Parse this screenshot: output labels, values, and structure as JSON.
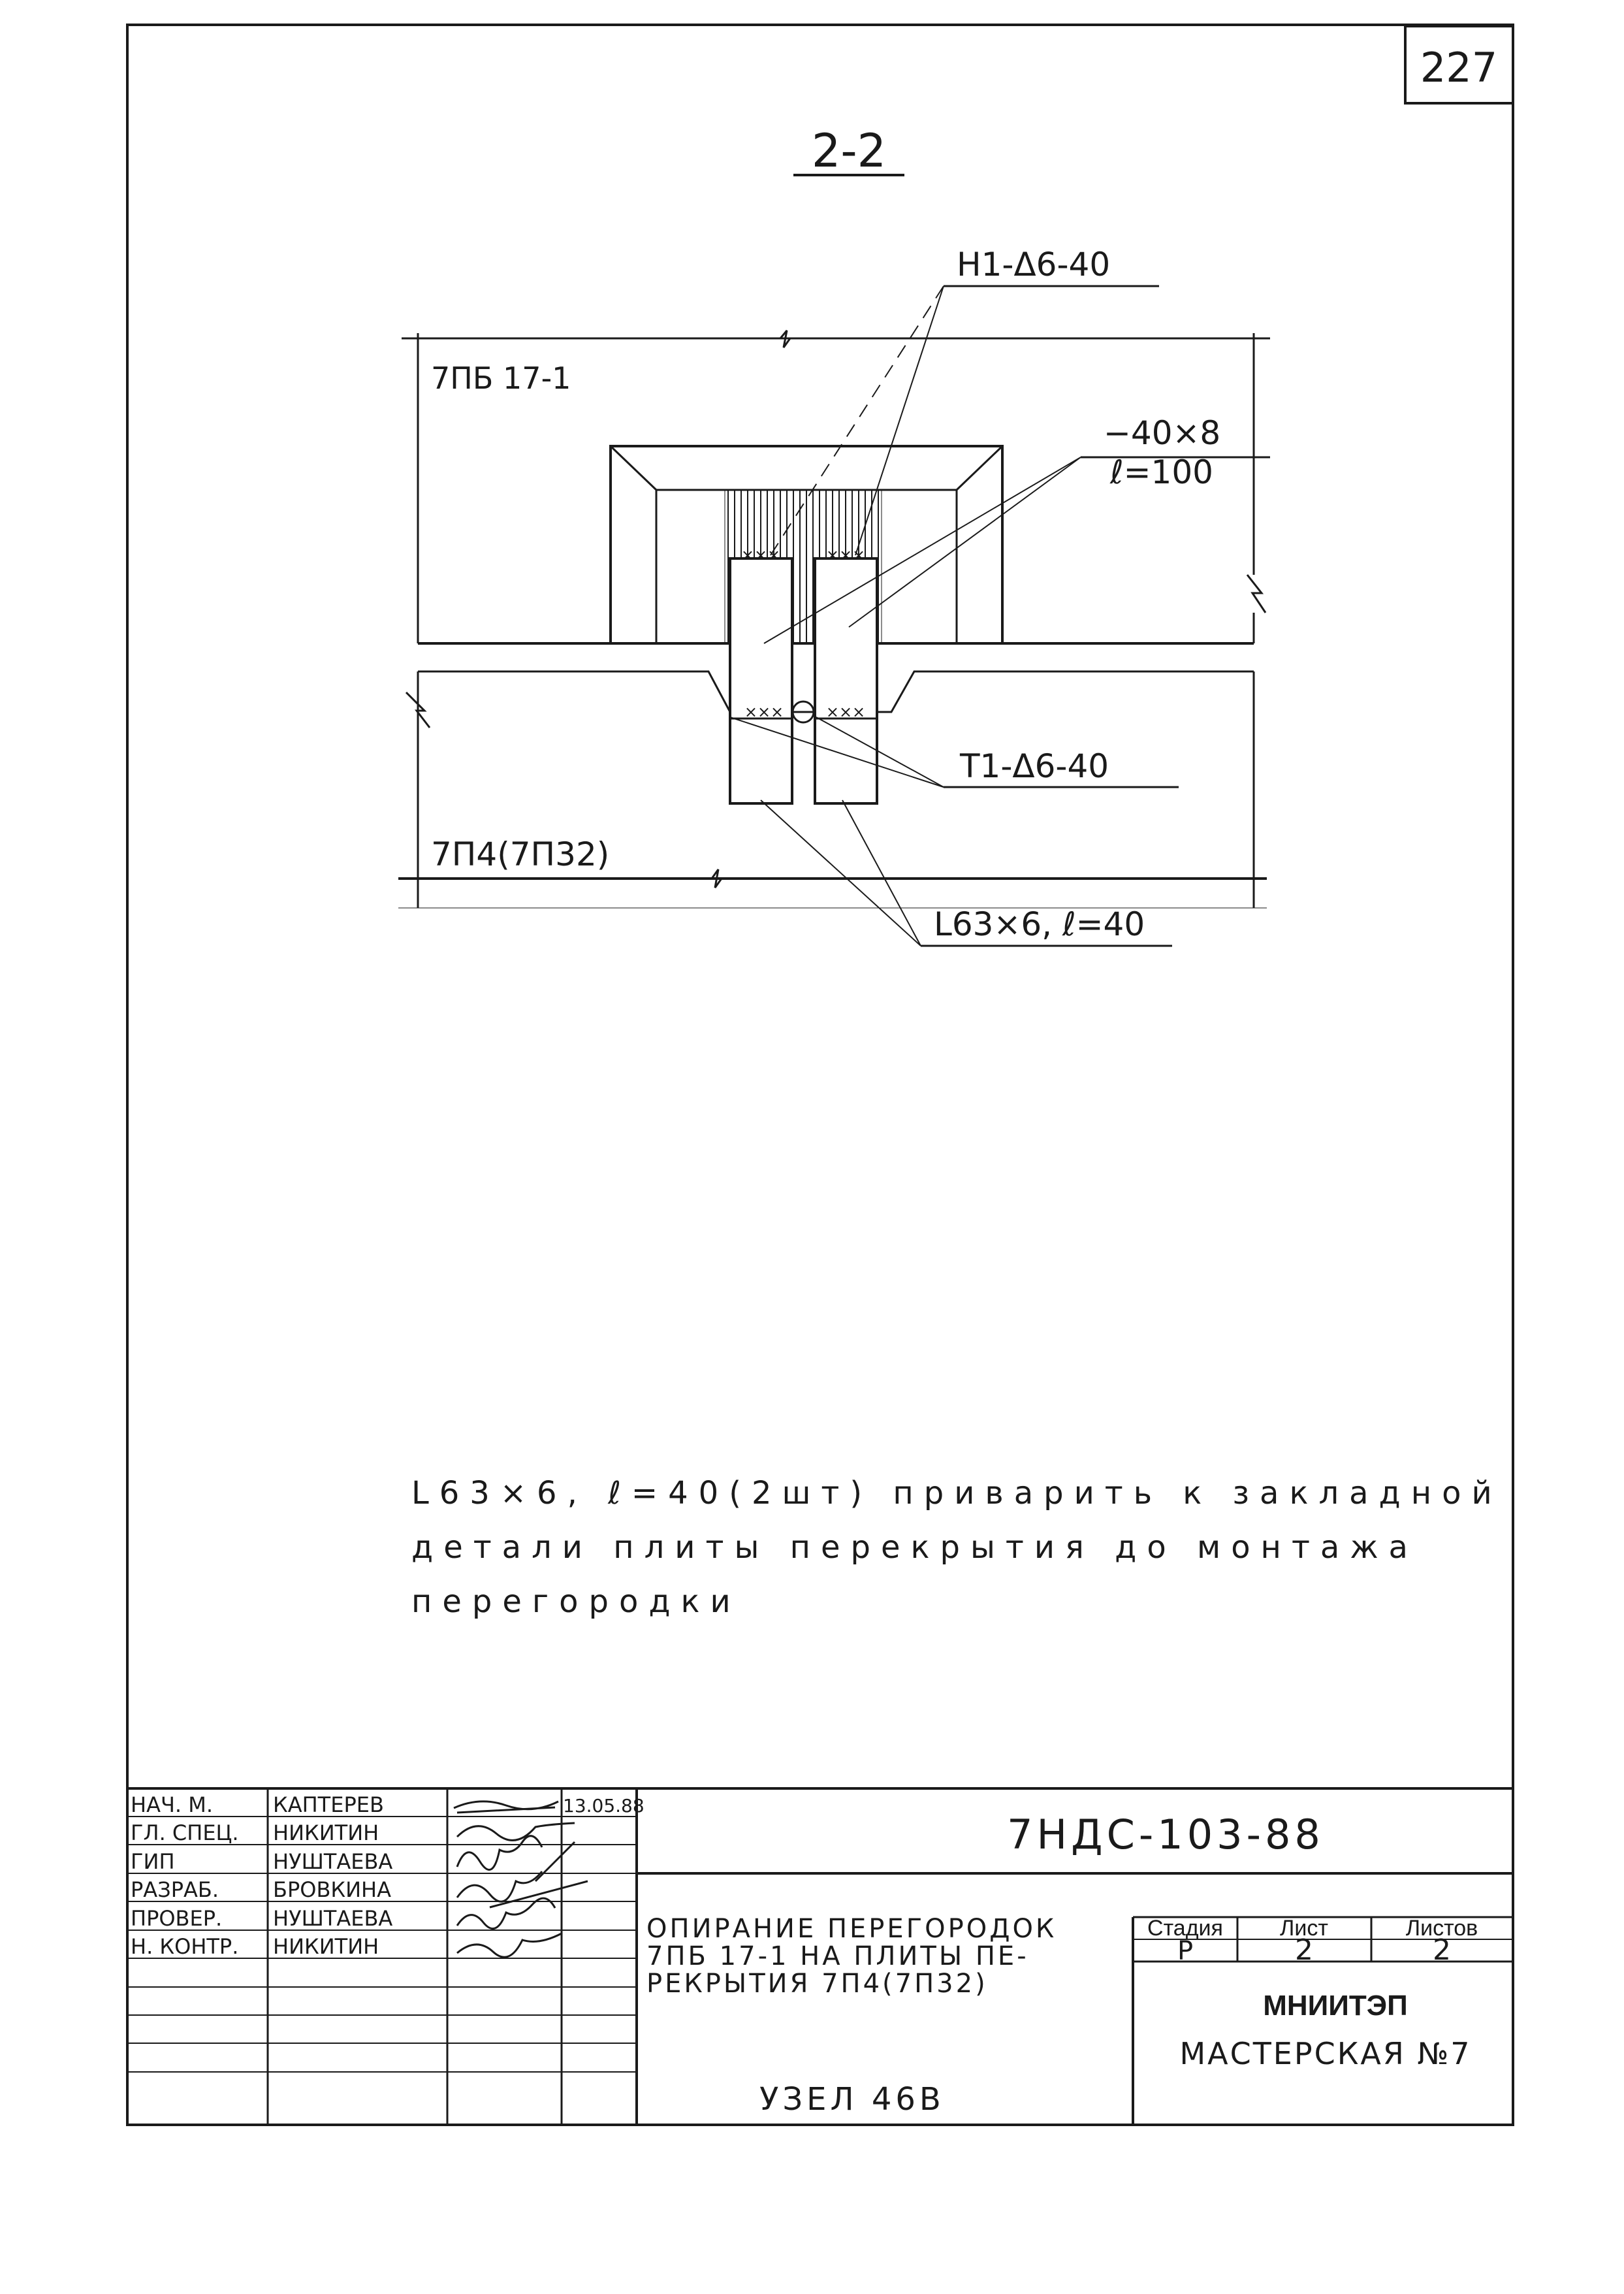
{
  "sheet_number": "227",
  "section_title": "2-2",
  "drawing": {
    "labels": {
      "beam": "7ПБ 17-1",
      "slab": "7П4(7П32)",
      "anchor_top": "Н1-Δ6-40",
      "plate": "−40×8",
      "plate_length": "ℓ=100",
      "anchor_bottom": "Т1-Δ6-40",
      "angle": "L63×6, ℓ=40"
    }
  },
  "note": {
    "lines": [
      "L63×6, ℓ=40(2шт) приварить к закладной",
      "детали плиты перекрытия до монтажа",
      "перегородки"
    ]
  },
  "title_block": {
    "signatures": [
      {
        "role": "НАЧ. М.",
        "name": "КАПТЕРЕВ",
        "date": "13.05.88"
      },
      {
        "role": "ГЛ. СПЕЦ.",
        "name": "НИКИТИН",
        "date": ""
      },
      {
        "role": "ГИП",
        "name": "НУШТАЕВА",
        "date": ""
      },
      {
        "role": "РАЗРАБ.",
        "name": "БРОВКИНА",
        "date": ""
      },
      {
        "role": "ПРОВЕР.",
        "name": "НУШТАЕВА",
        "date": ""
      },
      {
        "role": "Н. КОНТР.",
        "name": "НИКИТИН",
        "date": ""
      }
    ],
    "document_code": "7НДС-103-88",
    "description_lines": [
      "ОПИРАНИЕ ПЕРЕГОРОДОК",
      "7ПБ 17-1 НА ПЛИТЫ ПЕ-",
      "РЕКРЫТИЯ 7П4(7П32)"
    ],
    "node": "УЗЕЛ 46В",
    "stage_header": "Стадия",
    "sheet_header": "Лист",
    "sheets_header": "Листов",
    "stage": "Р",
    "sheet": "2",
    "sheets": "2",
    "organization": "МНИИТЭП",
    "workshop": "МАСТЕРСКАЯ №7"
  }
}
